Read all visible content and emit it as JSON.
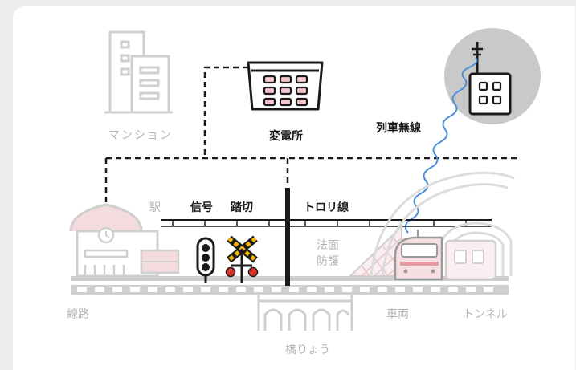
{
  "labels": {
    "mansion": "マンション",
    "substation": "変電所",
    "train_radio": "列車無線",
    "station": "駅",
    "signal": "信号",
    "crossing": "踏切",
    "trolley_wire": "トロリ線",
    "slope_protection_1": "法面",
    "slope_protection_2": "防護",
    "track": "線路",
    "vehicle": "車両",
    "tunnel": "トンネル",
    "bridge": "橋りょう"
  },
  "colors": {
    "background": "#ececec",
    "card": "#ffffff",
    "dark": "#1a1a1a",
    "faded": "#cfcfcf",
    "faded_text": "#b4b4b4",
    "pink_window": "#f3c6cc",
    "pink_faded": "#f4dcde",
    "crossing_yellow": "#f4b400",
    "signal_red": "#d9342b",
    "radio_wave": "#4a90d9",
    "radio_circle": "#c9c9c9"
  }
}
